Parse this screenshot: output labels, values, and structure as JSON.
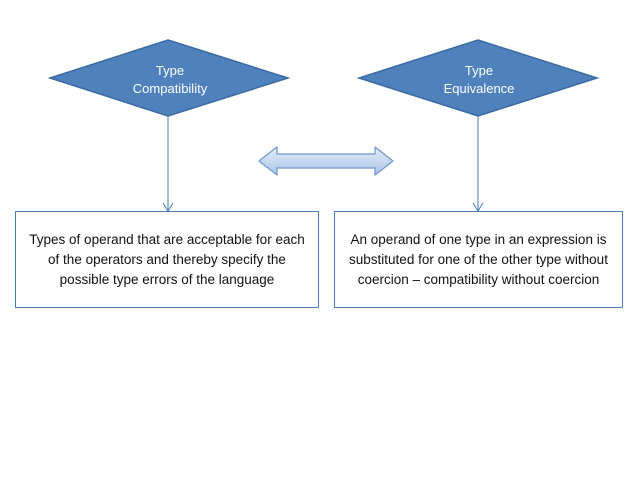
{
  "nodes": {
    "compatibility": {
      "line1": "Type",
      "line2": "Compatibility",
      "description": "Types of operand that are acceptable for each of the operators and thereby specify the possible type errors of the language"
    },
    "equivalence": {
      "line1": "Type",
      "line2": "Equivalence",
      "description": "An operand of one type in an expression is substituted for one of the other type without coercion – compatibility without coercion"
    }
  },
  "colors": {
    "diamond_fill": "#4f81bd",
    "diamond_stroke": "#3a6aa3",
    "box_border": "#4a7ebb",
    "connector": "#4a7ebb",
    "arrow_fill_light": "#e4eefa",
    "arrow_fill_dark": "#a9c4e8",
    "arrow_stroke": "#6f96cc"
  }
}
